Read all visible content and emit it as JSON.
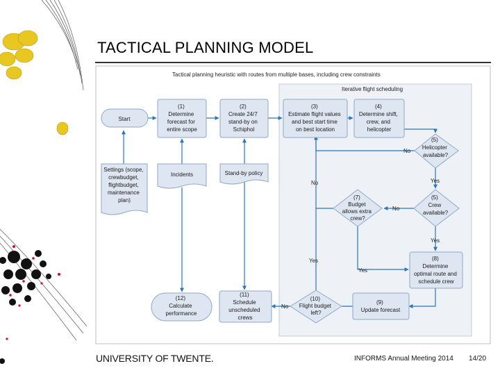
{
  "slide": {
    "title": "TACTICAL PLANNING MODEL",
    "footer_university": "UNIVERSITY OF TWENTE.",
    "footer_conference": "INFORMS Annual Meeting 2014",
    "footer_page": "14/20"
  },
  "diagram": {
    "header": "Tactical planning heuristic with routes from multiple bases, including crew constraints",
    "group_label": "Iterative flight scheduling",
    "nodes": {
      "start": [
        "Start"
      ],
      "step1": [
        "(1)",
        "Determine",
        "forecast for",
        "entire scope"
      ],
      "step2": [
        "(2)",
        "Create 24/7",
        "stand-by on",
        "Schiphol"
      ],
      "step3": [
        "(3)",
        "Estimate flight values",
        "and best start time",
        "on best location"
      ],
      "step4": [
        "(4)",
        "Determine shift,",
        "crew, and",
        "helicopter"
      ],
      "settings": [
        "Settings (scope,",
        "crewbudget,",
        "flightbudget,",
        "maintenance",
        "plan)"
      ],
      "incidents": [
        "Incidents"
      ],
      "standby": [
        "Stand-by policy"
      ],
      "d5a": [
        "(5)",
        "Helicopter",
        "available?"
      ],
      "d5b": [
        "(5)",
        "Crew",
        "available?"
      ],
      "d7": [
        "(7)",
        "Budget",
        "allows extra",
        "crew?"
      ],
      "step8": [
        "(8)",
        "Determine",
        "optimal route and",
        "schedule crew"
      ],
      "step9": [
        "(9)",
        "Update forecast"
      ],
      "d10": [
        "(10)",
        "Flight budget",
        "left?"
      ],
      "step11": [
        "(11)",
        "Schedule",
        "unscheduled",
        "crews"
      ],
      "step12": [
        "(12)",
        "Calculate",
        "performance"
      ]
    },
    "edge_labels": {
      "d5a_no": "No",
      "d5a_yes": "Yes",
      "d5b_no": "No",
      "d5b_yes": "Yes",
      "d7_yes": "Yes",
      "d10_no": "No",
      "loop_no": "No",
      "loop_yes": "Yes"
    }
  },
  "colors": {
    "node_fill": "#dde6f1",
    "node_stroke": "#8fa7c6",
    "arrow": "#2e75b6",
    "group_fill": "#eef1f5",
    "diagram_border": "#bfbfbf"
  }
}
